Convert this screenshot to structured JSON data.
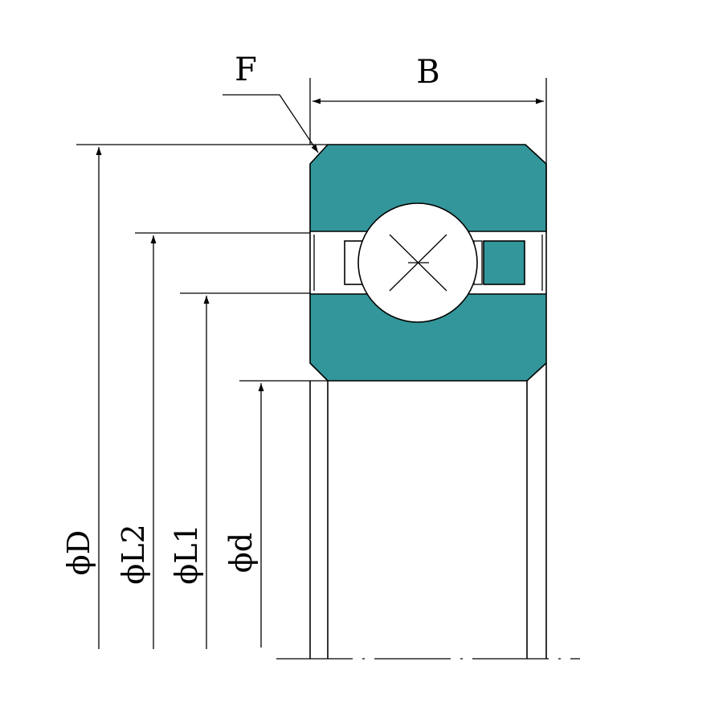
{
  "labels": {
    "chamfer": "F",
    "width": "B",
    "outer_diameter": "ϕD",
    "land_diameter_2": "ϕL2",
    "land_diameter_1": "ϕL1",
    "bore_diameter": "ϕd"
  },
  "colors": {
    "ring_fill": "#33969a",
    "line": "#000000",
    "background": "#ffffff"
  }
}
